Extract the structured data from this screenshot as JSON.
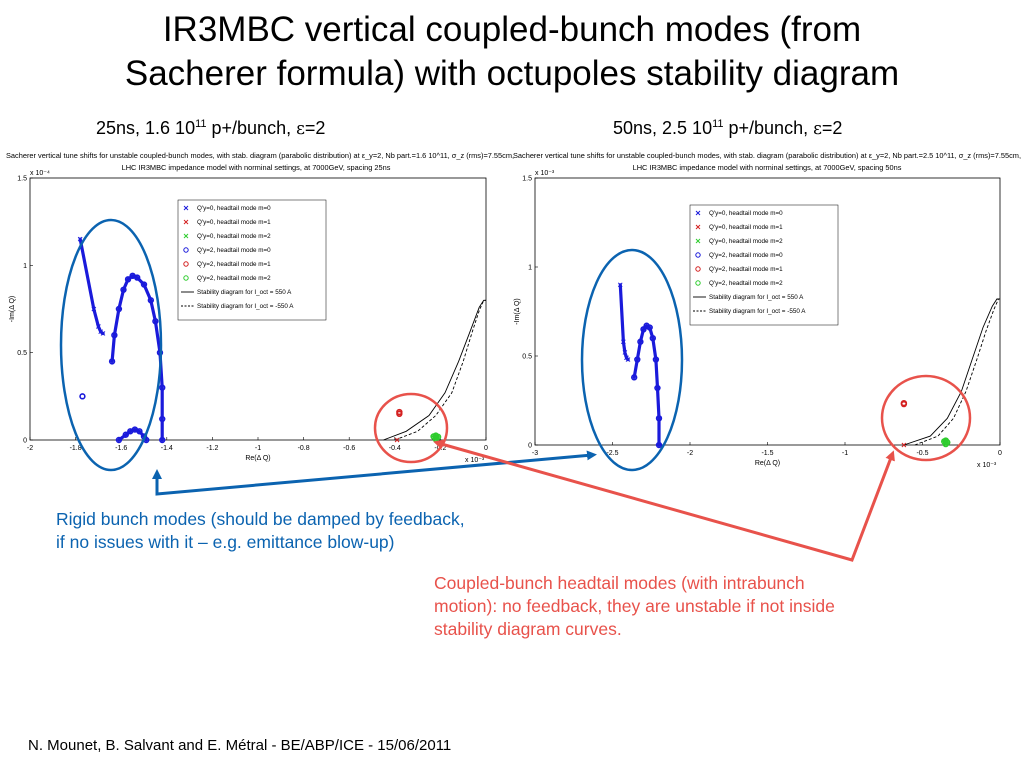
{
  "slide": {
    "title_line1": "IR3MBC vertical coupled-bunch modes (from",
    "title_line2": "Sacherer formula) with octupoles stability diagram",
    "left_subtitle": {
      "pre": "25ns, 1.6 10",
      "sup": "11",
      "mid": " p+/bunch, ",
      "eps": "ε",
      "post": "=2"
    },
    "right_subtitle": {
      "pre": "50ns, 2.5 10",
      "sup": "11",
      "mid": " p+/bunch, ",
      "eps": "ε",
      "post": "=2"
    },
    "annotation_blue_line1": "Rigid bunch modes (should be damped by feedback,",
    "annotation_blue_line2": "if no issues with it – e.g. emittance blow-up)",
    "annotation_red_line1": "Coupled-bunch headtail modes (with intrabunch",
    "annotation_red_line2": "motion): no feedback, they are unstable if not inside",
    "annotation_red_line3": "stability diagram curves.",
    "footer": "N. Mounet, B. Salvant and E. Métral - BE/ABP/ICE - 15/06/2011",
    "colors": {
      "blue_annotation": "#0b63b0",
      "red_annotation": "#e8524b",
      "mode0": "#1a1adb",
      "mode1": "#d42020",
      "mode2": "#2ecc2e"
    }
  },
  "chart_data": [
    {
      "type": "scatter",
      "header_line1": "Sacherer vertical tune shifts for unstable coupled-bunch modes, with stab. diagram (parabolic distribution) at ε_y=2, Nb part.=1.6 10^11, σ_z (rms)=7.55cm,",
      "header_line2": "LHC IR3MBC impedance model with norminal settings, at 7000GeV, spacing 25ns",
      "xlabel": "Re(Δ Q)",
      "ylabel": "-Im(Δ Q)",
      "x_exponent": "x 10⁻³",
      "y_exponent": "x 10⁻⁴",
      "xlim": [
        -2,
        0
      ],
      "ylim": [
        0,
        1.5
      ],
      "xticks": [
        -2,
        -1.8,
        -1.6,
        -1.4,
        -1.2,
        -1,
        -0.8,
        -0.6,
        -0.4,
        -0.2,
        0
      ],
      "xtick_labels": [
        "-2",
        "-1.8",
        "-1.6",
        "-1.4",
        "-1.2",
        "-1",
        "-0.8",
        "-0.6",
        "-0.4",
        "-0.2",
        "0"
      ],
      "yticks": [
        0,
        0.5,
        1,
        1.5
      ],
      "ytick_labels": [
        "0",
        "0.5",
        "1",
        "1.5"
      ],
      "legend": [
        {
          "label": "Q'y=0, headtail mode m=0",
          "marker": "x",
          "color": "#1a1adb"
        },
        {
          "label": "Q'y=0, headtail mode m=1",
          "marker": "x",
          "color": "#d42020"
        },
        {
          "label": "Q'y=0, headtail mode m=2",
          "marker": "x",
          "color": "#2ecc2e"
        },
        {
          "label": "Q'y=2, headtail mode m=0",
          "marker": "o",
          "color": "#1a1adb"
        },
        {
          "label": "Q'y=2, headtail mode m=1",
          "marker": "o",
          "color": "#d42020"
        },
        {
          "label": "Q'y=2, headtail mode m=2",
          "marker": "o",
          "color": "#2ecc2e"
        },
        {
          "label": "Stability diagram for I_oct = 550 A",
          "marker": "solid",
          "color": "#000000"
        },
        {
          "label": "Stability diagram for I_oct = -550 A",
          "marker": "dashed",
          "color": "#000000"
        }
      ],
      "series": [
        {
          "name": "Q'y=0, headtail mode m=0",
          "marker": "x",
          "color": "#1a1adb",
          "points": [
            [
              -1.78,
              1.15
            ],
            [
              -1.72,
              0.75
            ],
            [
              -1.7,
              0.65
            ],
            [
              -1.69,
              0.62
            ],
            [
              -1.68,
              0.61
            ]
          ]
        },
        {
          "name": "Q'y=2, headtail mode m=0",
          "marker": "o",
          "color": "#1a1adb",
          "points": [
            [
              -1.77,
              0.25
            ]
          ]
        },
        {
          "name": "Q'y=0/2, headtail mode m=0 arc",
          "marker": "o",
          "color": "#1a1adb",
          "points": [
            [
              -1.42,
              0.0
            ],
            [
              -1.42,
              0.12
            ],
            [
              -1.42,
              0.3
            ],
            [
              -1.43,
              0.5
            ],
            [
              -1.45,
              0.68
            ],
            [
              -1.47,
              0.8
            ],
            [
              -1.5,
              0.89
            ],
            [
              -1.53,
              0.93
            ],
            [
              -1.55,
              0.94
            ],
            [
              -1.57,
              0.92
            ],
            [
              -1.59,
              0.86
            ],
            [
              -1.61,
              0.75
            ],
            [
              -1.63,
              0.6
            ],
            [
              -1.64,
              0.45
            ]
          ]
        },
        {
          "name": "low arc",
          "marker": "o",
          "color": "#1a1adb",
          "points": [
            [
              -1.61,
              0.0
            ],
            [
              -1.58,
              0.03
            ],
            [
              -1.56,
              0.05
            ],
            [
              -1.54,
              0.06
            ],
            [
              -1.52,
              0.05
            ],
            [
              -1.5,
              0.02
            ],
            [
              -1.49,
              0.0
            ]
          ]
        },
        {
          "name": "Q'y=0, headtail mode m=1",
          "marker": "x",
          "color": "#d42020",
          "points": [
            [
              -0.39,
              0.0
            ]
          ]
        },
        {
          "name": "Q'y=2, headtail mode m=1",
          "marker": "o",
          "color": "#d42020",
          "points": [
            [
              -0.38,
              0.15
            ],
            [
              -0.38,
              0.16
            ]
          ]
        },
        {
          "name": "Q'y=0/2, headtail mode m=2",
          "marker": "o",
          "color": "#2ecc2e",
          "points": [
            [
              -0.23,
              0.02
            ],
            [
              -0.22,
              0.025
            ],
            [
              -0.21,
              0.018
            ],
            [
              -0.22,
              0.005
            ]
          ]
        }
      ],
      "stability_curves": [
        {
          "style": "solid",
          "points": [
            [
              -0.45,
              0.0
            ],
            [
              -0.35,
              0.05
            ],
            [
              -0.25,
              0.14
            ],
            [
              -0.18,
              0.27
            ],
            [
              -0.12,
              0.45
            ],
            [
              -0.07,
              0.62
            ],
            [
              -0.03,
              0.76
            ],
            [
              -0.01,
              0.8
            ],
            [
              0.0,
              0.8
            ]
          ]
        },
        {
          "style": "dashed",
          "points": [
            [
              -0.4,
              0.0
            ],
            [
              -0.3,
              0.05
            ],
            [
              -0.22,
              0.14
            ],
            [
              -0.15,
              0.27
            ],
            [
              -0.1,
              0.45
            ],
            [
              -0.06,
              0.62
            ],
            [
              -0.03,
              0.74
            ],
            [
              -0.01,
              0.8
            ],
            [
              0.0,
              0.8
            ]
          ]
        }
      ]
    },
    {
      "type": "scatter",
      "header_line1": "Sacherer vertical tune shifts for unstable coupled-bunch modes, with stab. diagram (parabolic distribution) at ε_y=2, Nb part.=2.5 10^11, σ_z (rms)=7.55cm,",
      "header_line2": "LHC IR3MBC impedance model with norminal settings, at 7000GeV, spacing 50ns",
      "xlabel": "Re(Δ Q)",
      "ylabel": "-Im(Δ Q)",
      "x_exponent": "x 10⁻³",
      "y_exponent": "x 10⁻³",
      "xlim": [
        -3,
        0
      ],
      "ylim": [
        0,
        1.5
      ],
      "xticks": [
        -3,
        -2.5,
        -2,
        -1.5,
        -1,
        -0.5,
        0
      ],
      "xtick_labels": [
        "-3",
        "-2.5",
        "-2",
        "-1.5",
        "-1",
        "-0.5",
        "0"
      ],
      "yticks": [
        0,
        0.5,
        1,
        1.5
      ],
      "ytick_labels": [
        "0",
        "0.5",
        "1",
        "1.5"
      ],
      "legend": [
        {
          "label": "Q'y=0, headtail mode m=0",
          "marker": "x",
          "color": "#1a1adb"
        },
        {
          "label": "Q'y=0, headtail mode m=1",
          "marker": "x",
          "color": "#d42020"
        },
        {
          "label": "Q'y=0, headtail mode m=2",
          "marker": "x",
          "color": "#2ecc2e"
        },
        {
          "label": "Q'y=2, headtail mode m=0",
          "marker": "o",
          "color": "#1a1adb"
        },
        {
          "label": "Q'y=2, headtail mode m=1",
          "marker": "o",
          "color": "#d42020"
        },
        {
          "label": "Q'y=2, headtail mode m=2",
          "marker": "o",
          "color": "#2ecc2e"
        },
        {
          "label": "Stability diagram for I_oct = 550 A",
          "marker": "solid",
          "color": "#000000"
        },
        {
          "label": "Stability diagram for I_oct = -550 A",
          "marker": "dashed",
          "color": "#000000"
        }
      ],
      "series": [
        {
          "name": "Q'y=0, headtail mode m=0",
          "marker": "x",
          "color": "#1a1adb",
          "points": [
            [
              -2.45,
              0.9
            ],
            [
              -2.43,
              0.58
            ],
            [
              -2.42,
              0.52
            ],
            [
              -2.41,
              0.49
            ],
            [
              -2.4,
              0.48
            ]
          ]
        },
        {
          "name": "Q'y=0/2, headtail mode m=0 arc",
          "marker": "o",
          "color": "#1a1adb",
          "points": [
            [
              -2.2,
              0.0
            ],
            [
              -2.2,
              0.15
            ],
            [
              -2.21,
              0.32
            ],
            [
              -2.22,
              0.48
            ],
            [
              -2.24,
              0.6
            ],
            [
              -2.26,
              0.66
            ],
            [
              -2.28,
              0.67
            ],
            [
              -2.3,
              0.65
            ],
            [
              -2.32,
              0.58
            ],
            [
              -2.34,
              0.48
            ],
            [
              -2.36,
              0.38
            ]
          ]
        },
        {
          "name": "Q'y=0, headtail mode m=1",
          "marker": "x",
          "color": "#d42020",
          "points": [
            [
              -0.62,
              0.0
            ]
          ]
        },
        {
          "name": "Q'y=2, headtail mode m=1",
          "marker": "o",
          "color": "#d42020",
          "points": [
            [
              -0.62,
              0.23
            ],
            [
              -0.62,
              0.235
            ]
          ]
        },
        {
          "name": "Q'y=0/2, headtail mode m=2",
          "marker": "o",
          "color": "#2ecc2e",
          "points": [
            [
              -0.36,
              0.02
            ],
            [
              -0.35,
              0.025
            ],
            [
              -0.34,
              0.015
            ],
            [
              -0.35,
              0.005
            ]
          ]
        }
      ],
      "stability_curves": [
        {
          "style": "solid",
          "points": [
            [
              -0.62,
              0.0
            ],
            [
              -0.45,
              0.05
            ],
            [
              -0.34,
              0.15
            ],
            [
              -0.25,
              0.3
            ],
            [
              -0.18,
              0.48
            ],
            [
              -0.11,
              0.66
            ],
            [
              -0.05,
              0.78
            ],
            [
              -0.02,
              0.82
            ],
            [
              0.0,
              0.82
            ]
          ]
        },
        {
          "style": "dashed",
          "points": [
            [
              -0.55,
              0.0
            ],
            [
              -0.4,
              0.05
            ],
            [
              -0.3,
              0.15
            ],
            [
              -0.22,
              0.3
            ],
            [
              -0.15,
              0.48
            ],
            [
              -0.09,
              0.64
            ],
            [
              -0.04,
              0.76
            ],
            [
              -0.01,
              0.82
            ],
            [
              0.0,
              0.82
            ]
          ]
        }
      ]
    }
  ]
}
